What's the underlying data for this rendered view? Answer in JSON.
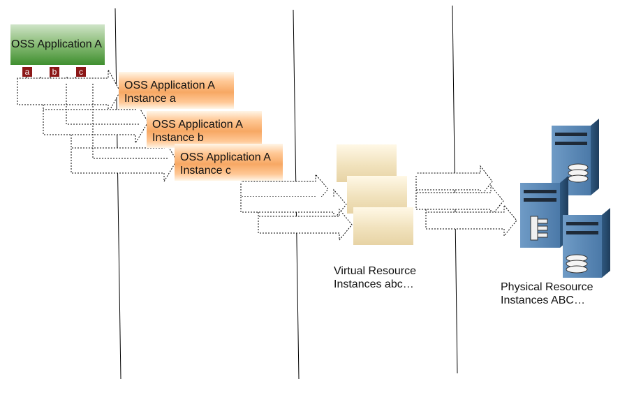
{
  "oss_app": {
    "label": "OSS Application A",
    "tags": [
      "a",
      "b",
      "c"
    ]
  },
  "instances": [
    {
      "line1": "OSS Application A",
      "line2": "Instance a"
    },
    {
      "line1": "OSS Application A",
      "line2": "Instance b"
    },
    {
      "line1": "OSS Application A",
      "line2": "Instance c"
    }
  ],
  "virtual": {
    "line1": "Virtual Resource",
    "line2": "Instances abc…"
  },
  "physical": {
    "line1": "Physical Resource",
    "line2": "Instances ABC…"
  },
  "icons": [
    "server-disk-icon",
    "server-tree-icon",
    "server-disk-icon"
  ],
  "colors": {
    "app_green": "#3f8f2f",
    "instance_orange": "#f7a864",
    "tag_red": "#8b1717",
    "server_blue": "#5b87b3"
  }
}
